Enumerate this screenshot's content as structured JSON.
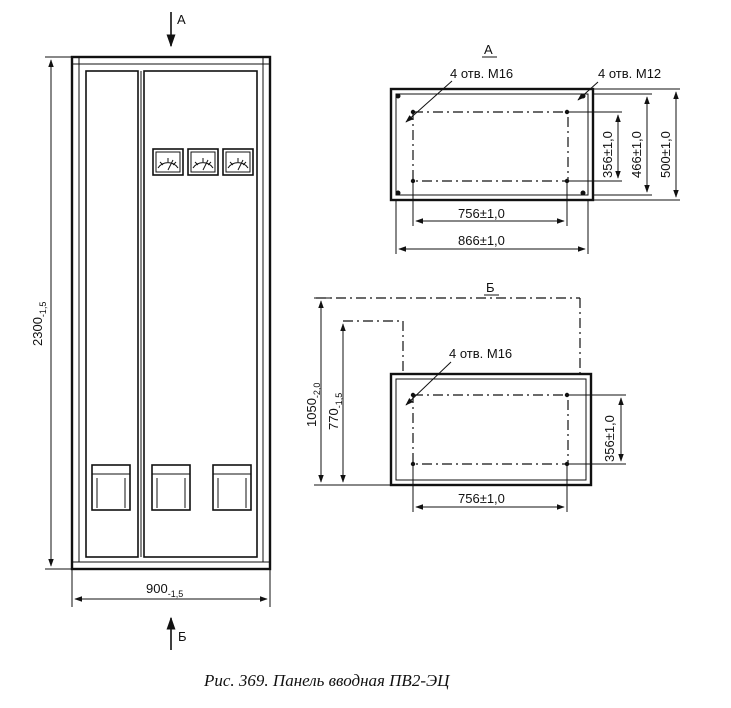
{
  "front_view": {
    "view_a_label": "А",
    "view_b_label": "Б",
    "height_dim": "2300",
    "height_tol": "-1,5",
    "width_dim": "900",
    "width_tol": "-1,5"
  },
  "top_view_a": {
    "title": "А",
    "holes_left": "4 отв. М16",
    "holes_right": "4 отв. М12",
    "dim_inner_w": "756±1,0",
    "dim_outer_w": "866±1,0",
    "dim_v1": "356±1,0",
    "dim_v2": "466±1,0",
    "dim_v3": "500±1,0"
  },
  "bottom_view_b": {
    "title": "Б",
    "holes": "4 отв. М16",
    "dim_h_outer": "1050",
    "dim_h_outer_tol": "-2,0",
    "dim_h_inner": "770",
    "dim_h_inner_tol": "-1,5",
    "dim_v": "356±1,0",
    "dim_w": "756±1,0"
  },
  "caption": "Рис. 369. Панель вводная ПВ2-ЭЦ"
}
